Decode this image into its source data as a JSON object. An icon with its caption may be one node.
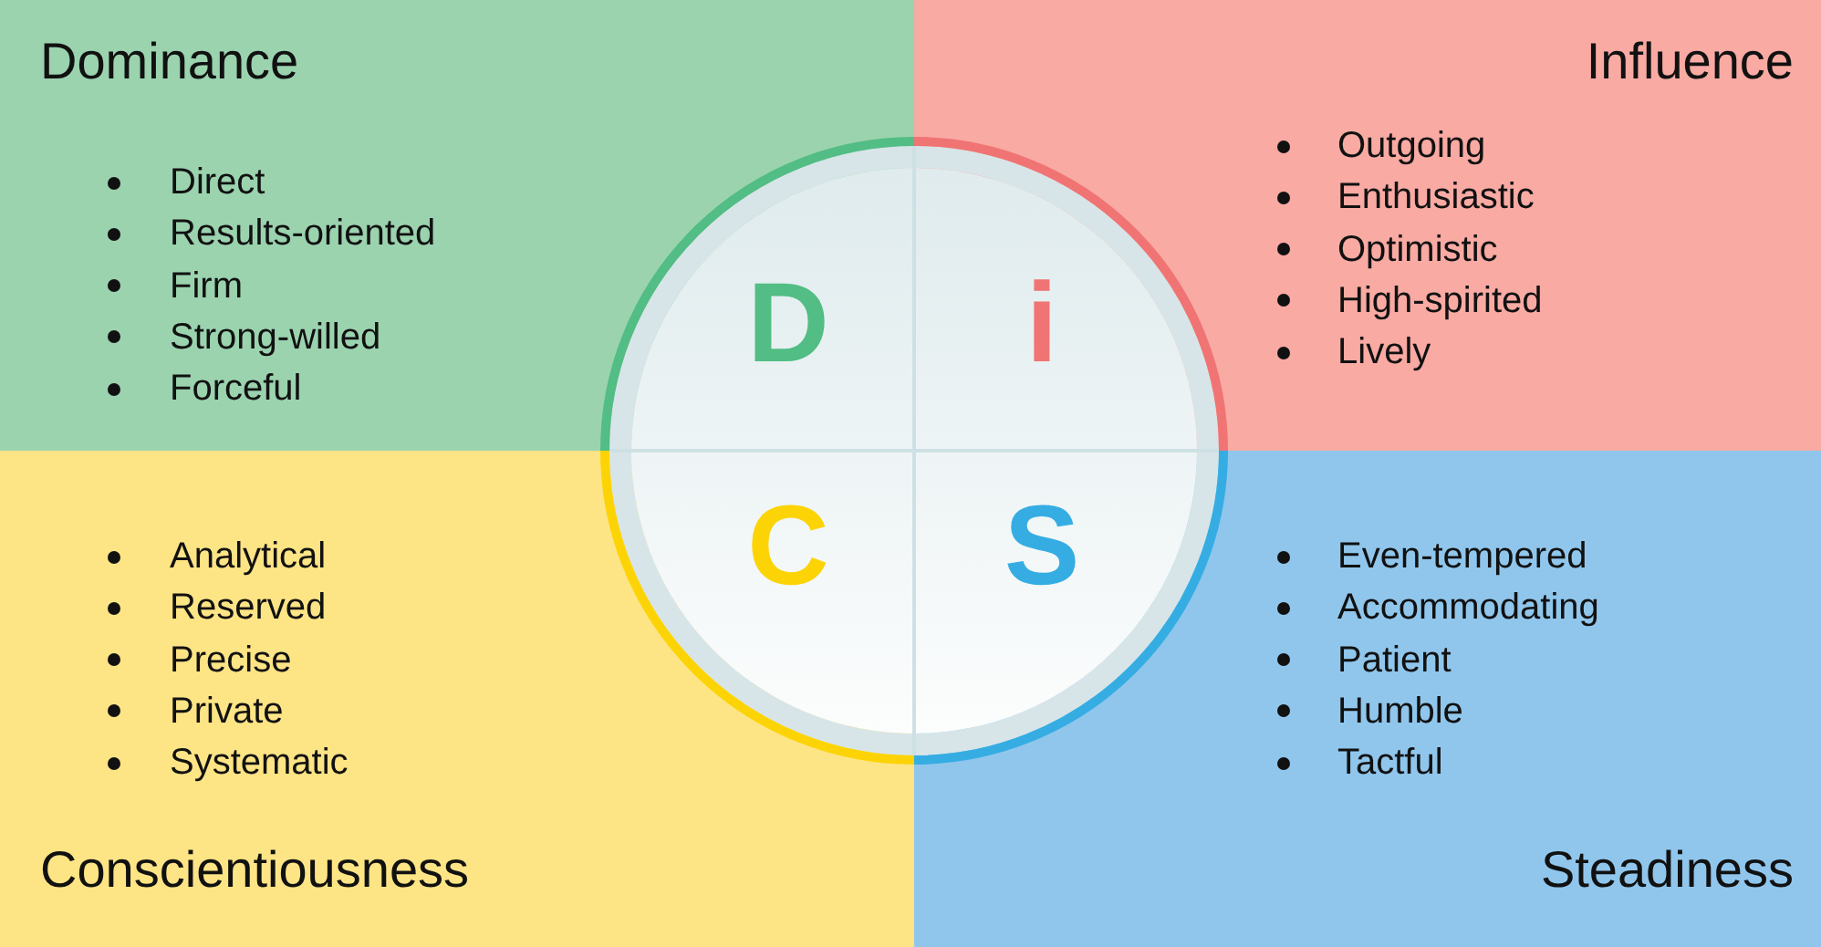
{
  "diagram": {
    "nodes": [
      {
        "text": [
          "Dominance",
          "Direct",
          "Results-oriented",
          "Firm",
          "Strong-willed",
          "Forceful"
        ]
      },
      {
        "text": [
          "D"
        ],
        "in": 0
      },
      {
        "text": [
          "Influence",
          "Outgoing",
          "Enthusiastic",
          "Optimistic",
          "High-spirited",
          "Lively"
        ]
      },
      {
        "text": [
          "i"
        ],
        "in": 2
      },
      {
        "text": [
          "Analytical",
          "Reserved",
          "Precise",
          "Private",
          "Systematic",
          "Conscientiousness"
        ]
      },
      {
        "text": [
          "C"
        ],
        "in": 4
      },
      {
        "text": [
          "Even-tempered",
          "Accommodating",
          "Patient",
          "Humble",
          "Tactful",
          "Steadiness"
        ]
      },
      {
        "text": [
          "S"
        ],
        "in": 6
      }
    ]
  }
}
